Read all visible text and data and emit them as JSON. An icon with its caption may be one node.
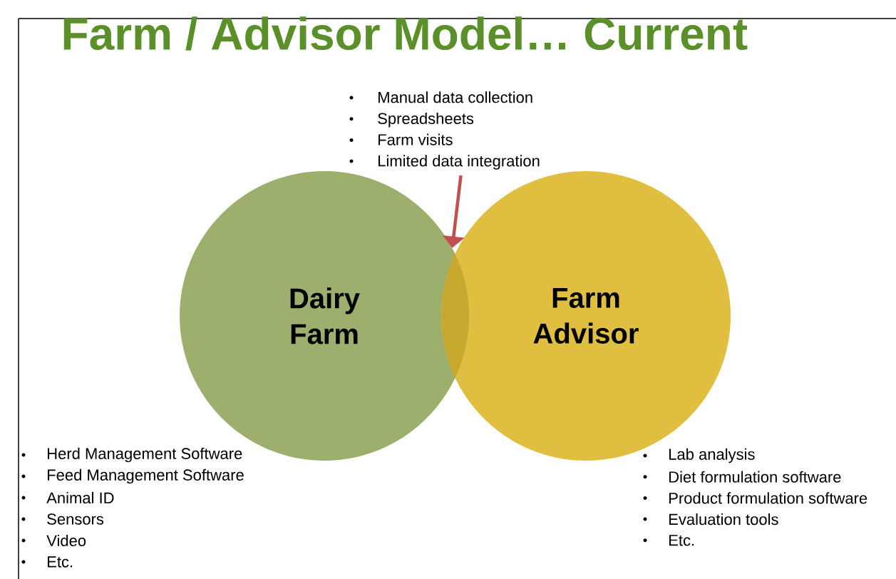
{
  "diagram": {
    "title": "Farm / Advisor Model… Current",
    "nodes": [
      {
        "text": [
          "Dairy Farm"
        ]
      },
      {
        "text": [
          "Farm Advisor"
        ]
      },
      {
        "text": [
          "Manual data collection",
          "Spreadsheets",
          "Farm visits",
          "Limited data integration"
        ]
      }
    ],
    "edges": [
      {
        "from": 2,
        "to": 0,
        "arrow": "to",
        "color": "#c0504d"
      }
    ],
    "labels": [
      "Herd Management Software",
      "Feed Management Software",
      "Animal ID",
      "Sensors",
      "Video",
      "Etc.",
      "Lab analysis",
      "Diet formulation software",
      "Product formulation software",
      "Evaluation tools",
      "Etc."
    ]
  }
}
